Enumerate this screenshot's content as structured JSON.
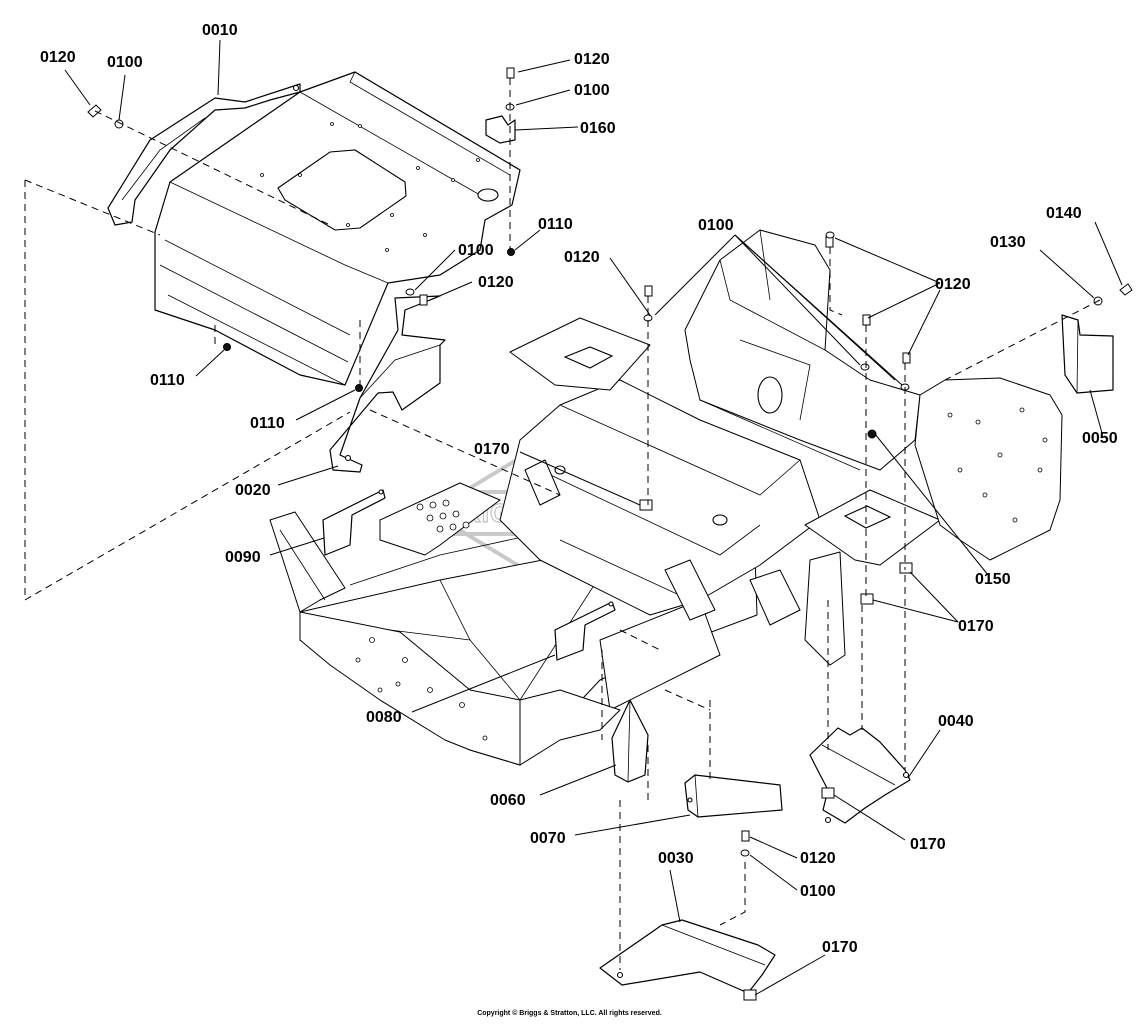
{
  "callouts": [
    "0010",
    "0020",
    "0030",
    "0040",
    "0050",
    "0060",
    "0070",
    "0080",
    "0090",
    "0100",
    "0110",
    "0120",
    "0130",
    "0140",
    "0150",
    "0160",
    "0170"
  ],
  "watermark": "BRIGGS&STRATTON",
  "copyright": "Copyright © Briggs & Stratton, LLC. All rights reserved."
}
